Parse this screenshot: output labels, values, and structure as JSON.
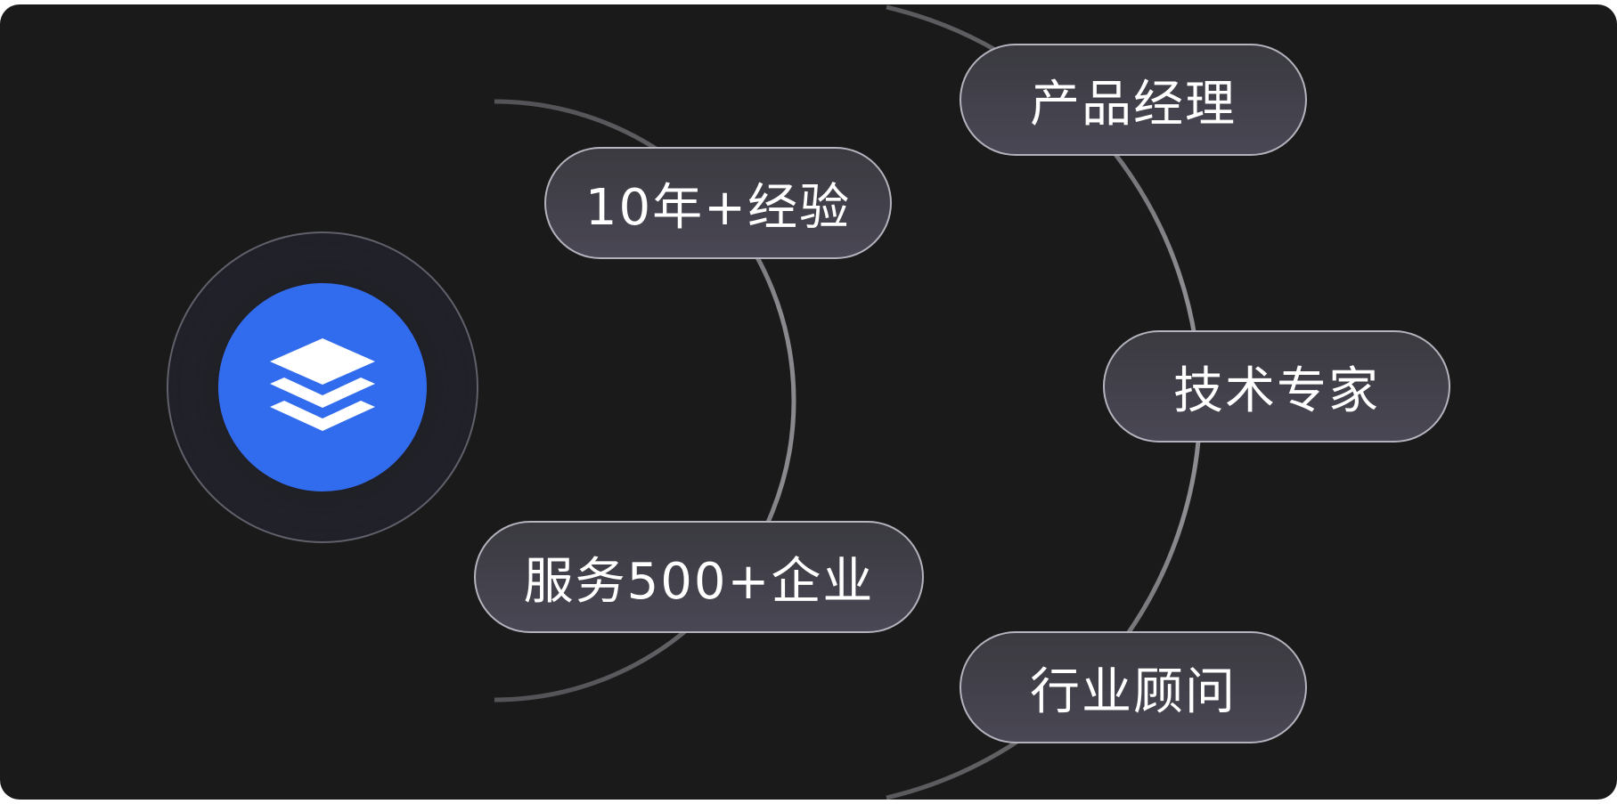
{
  "badges": {
    "experience": "10年+经验",
    "clients": "服务500+企业",
    "product_manager": "产品经理",
    "tech_expert": "技术专家",
    "industry_advisor": "行业顾问"
  },
  "logo": {
    "icon": "layers-icon",
    "color": "#326cee"
  },
  "colors": {
    "background": "#1a1a1b",
    "pill_fill": "#44424c",
    "pill_border": "#d0d0d8",
    "text": "#ffffff"
  }
}
